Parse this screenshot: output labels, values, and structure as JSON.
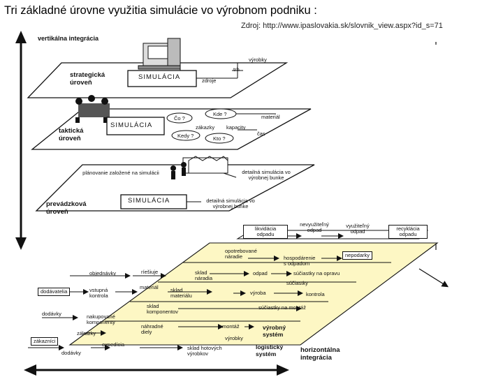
{
  "header": {
    "title": "Tri základné úrovne využitia simulácie vo výrobnom podniku :",
    "source": "Zdroj: http://www.ipaslovakia.sk/slovnik_view.aspx?id_s=71"
  },
  "axes": {
    "vertical": "vertikálna integrácia",
    "horizontal_line1": "horizontálna",
    "horizontal_line2": "integrácia"
  },
  "strategic": {
    "level_line1": "strategická",
    "level_line2": "úroveň",
    "simulation": "SIMULÁCIA",
    "products": "výrobky",
    "market": "trh",
    "resources": "zdroje"
  },
  "tactical": {
    "level_line1": "taktická",
    "level_line2": "úroveň",
    "simulation": "SIMULÁCIA",
    "what": "Čo ?",
    "where": "Kde ?",
    "when": "Kedy ?",
    "who": "Kto ?",
    "material": "materiál",
    "orders": "zákazky",
    "capacities": "kapacity",
    "time": "čas"
  },
  "operational": {
    "level_line1": "prevádzková",
    "level_line2": "úroveň",
    "simulation": "SIMULÁCIA",
    "planning_note": "plánovanie založené na simulácii",
    "detail_cell_1": "detailná simulácia vo výrobnej bunke",
    "detail_cell_2": "detailná simulácia vo výrobnej bunke"
  },
  "logistics": {
    "unused_waste": "nevyužiteľný odpad",
    "liquidation": "likvidácia odpadu",
    "usable_waste": "využiteľný odpad",
    "recycling": "recyklácia odpadu",
    "processing_line1": "opotrebované",
    "processing_line2": "náradie",
    "waste_mgmt_line1": "hospodárenie",
    "waste_mgmt_line2": "s odpadom",
    "spare_parts": "nepodarky",
    "orders": "objednávky",
    "retests": "ríešiuje",
    "tool_store_line1": "sklad",
    "tool_store_line2": "náradia",
    "waste": "odpad",
    "parts_repair": "súčiastky na opravu",
    "suppliers": "dodávatelia",
    "input_control_line1": "vstupná",
    "input_control_line2": "kontrola",
    "material": "materiál",
    "material_store_line1": "sklad",
    "material_store_line2": "materiálu",
    "production": "výroba",
    "parts_short": "súčiastky",
    "control": "kontrola",
    "deliveries_1": "dodávky",
    "component_store_line1": "sklad",
    "component_store_line2": "komponentov",
    "parts_assembly": "súčiastky na montáž",
    "purchased_line1": "nakupované",
    "purchased_line2": "komponenty",
    "spare_line1": "náhradné",
    "spare_line2": "diely",
    "assembly": "montáž",
    "orders_2": "zákazky",
    "customers": "zákazníci",
    "shipping": "expedícia",
    "products": "výrobky",
    "fg_store_line1": "sklad hotových",
    "fg_store_line2": "výrobkov",
    "prod_system_line1": "výrobný",
    "prod_system_line2": "systém",
    "log_system_line1": "logistický",
    "log_system_line2": "systém",
    "deliveries_2": "dodávky"
  },
  "colors": {
    "plane_fill": "#ffffff",
    "logistics_fill": "#fdf7c4",
    "lines": "#111111"
  }
}
